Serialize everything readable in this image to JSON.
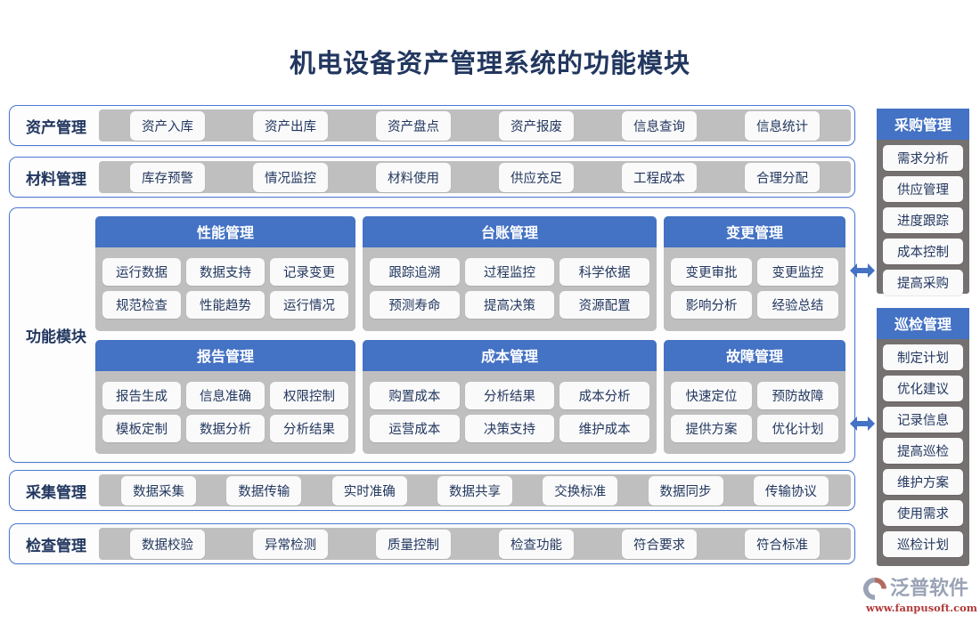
{
  "header": {
    "title": "机电设备资产管理系统的功能模块",
    "title_color": "#22375f"
  },
  "theme": {
    "header_blue": "#4472c4",
    "border_blue": "#4a77d4",
    "panel_gray": "#bfbfbf",
    "sidebar_gray": "#767171",
    "chip_bg": "#fafafa",
    "text_navy": "#22375f"
  },
  "top_rows": [
    {
      "label": "资产管理",
      "items": [
        "资产入库",
        "资产出库",
        "资产盘点",
        "资产报废",
        "信息查询",
        "信息统计"
      ]
    },
    {
      "label": "材料管理",
      "items": [
        "库存预警",
        "情况监控",
        "材料使用",
        "供应充足",
        "工程成本",
        "合理分配"
      ]
    }
  ],
  "center": {
    "label": "功能模块",
    "panels": [
      {
        "title": "性能管理",
        "columns": 3,
        "items": [
          "运行数据",
          "数据支持",
          "记录变更",
          "规范检查",
          "性能趋势",
          "运行情况"
        ]
      },
      {
        "title": "台账管理",
        "columns": 3,
        "items": [
          "跟踪追溯",
          "过程监控",
          "科学依据",
          "预测寿命",
          "提高决策",
          "资源配置"
        ]
      },
      {
        "title": "变更管理",
        "columns": 2,
        "items": [
          "变更审批",
          "变更监控",
          "影响分析",
          "经验总结"
        ]
      },
      {
        "title": "报告管理",
        "columns": 3,
        "items": [
          "报告生成",
          "信息准确",
          "权限控制",
          "模板定制",
          "数据分析",
          "分析结果"
        ]
      },
      {
        "title": "成本管理",
        "columns": 3,
        "items": [
          "购置成本",
          "分析结果",
          "成本分析",
          "运营成本",
          "决策支持",
          "维护成本"
        ]
      },
      {
        "title": "故障管理",
        "columns": 2,
        "items": [
          "快速定位",
          "预防故障",
          "提供方案",
          "优化计划"
        ]
      }
    ]
  },
  "bottom_rows": [
    {
      "label": "采集管理",
      "items": [
        "数据采集",
        "数据传输",
        "实时准确",
        "数据共享",
        "交换标准",
        "数据同步",
        "传输协议"
      ]
    },
    {
      "label": "检查管理",
      "items": [
        "数据校验",
        "异常检测",
        "质量控制",
        "检查功能",
        "符合要求",
        "符合标准"
      ]
    }
  ],
  "sidebars": [
    {
      "title": "采购管理",
      "items": [
        "需求分析",
        "供应管理",
        "进度跟踪",
        "成本控制",
        "提高采购"
      ]
    },
    {
      "title": "巡检管理",
      "items": [
        "制定计划",
        "优化建议",
        "记录信息",
        "提高巡检",
        "维护方案",
        "使用需求",
        "巡检计划"
      ]
    }
  ],
  "arrows": [
    {
      "name": "arrow-purchase",
      "glyph": "double-arrow-horizontal"
    },
    {
      "name": "arrow-inspection",
      "glyph": "double-arrow-horizontal"
    }
  ],
  "logo": {
    "brand": "泛普软件",
    "url": "www.fanpusoft.com"
  }
}
